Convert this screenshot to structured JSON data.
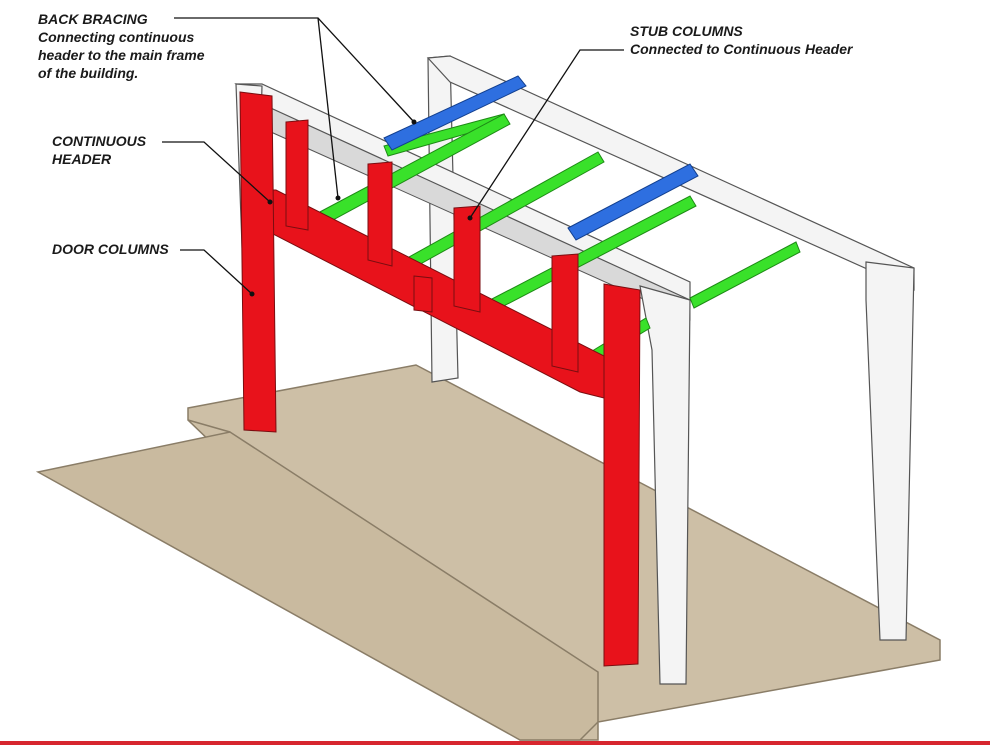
{
  "labels": {
    "back_bracing": {
      "title": "BACK BRACING",
      "lines": [
        "Connecting continuous",
        "header to the main frame",
        "of the building."
      ]
    },
    "continuous_header": {
      "lines": [
        "CONTINUOUS",
        "HEADER"
      ]
    },
    "door_columns": {
      "title": "DOOR COLUMNS"
    },
    "stub_columns": {
      "title": "STUB COLUMNS",
      "lines": [
        "Connected to Continuous Header"
      ]
    }
  },
  "colors": {
    "door_columns": "#e8121b",
    "continuous_header": "#e8121b",
    "stub_columns": "#e8121b",
    "back_bracing": "#2e6fe0",
    "purlins": "#39e12a",
    "main_frame": "#f4f4f4",
    "header_panel": "#d9d9d9",
    "floor_slab": "#cdbfa6",
    "leader_line": "#111111",
    "bottom_rule": "#d7262e"
  }
}
